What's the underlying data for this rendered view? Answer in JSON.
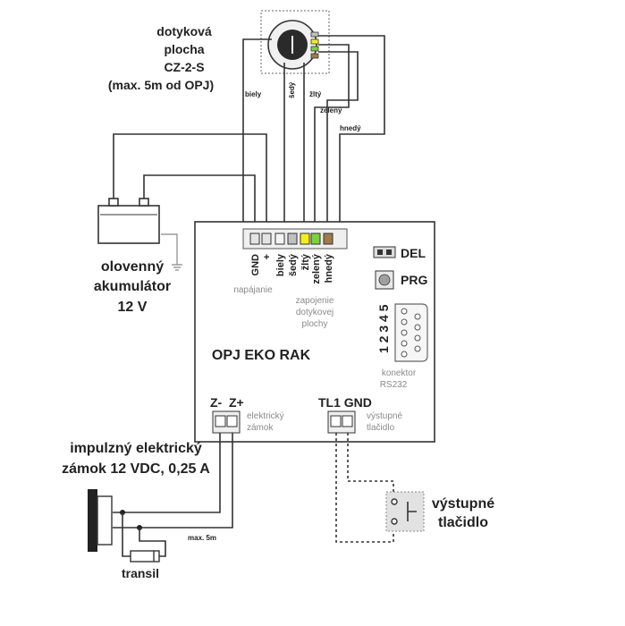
{
  "touch_plate": {
    "line1": "dotyková",
    "line2": "plocha",
    "line3": "CZ-2-S",
    "line4": "(max. 5m od OPJ)"
  },
  "wire_colors": {
    "biely": "biely",
    "sedy": "šedý",
    "zlty": "žltý",
    "zeleny": "zelený",
    "hnedy": "hnedý"
  },
  "battery": {
    "line1": "olovenný",
    "line2": "akumulátor",
    "line3": "12 V"
  },
  "controller": {
    "title": "OPJ EKO RAK",
    "terminals": [
      "GND",
      "+",
      "biely",
      "šedý",
      "žltý",
      "zelený",
      "hnedý"
    ],
    "terminal_colors": [
      "#e4e4e4",
      "#e4e4e4",
      "#f4f4f4",
      "#bfbfbf",
      "#f4ef1a",
      "#7fd13b",
      "#a07a4a"
    ],
    "power_label": "napájanie",
    "touch_conn_line1": "zapojenie",
    "touch_conn_line2": "dotykovej",
    "touch_conn_line3": "plochy",
    "del_label": "DEL",
    "prg_label": "PRG",
    "rs232_pins": "1 2 3 4 5",
    "rs232_line1": "konektor",
    "rs232_line2": "RS232",
    "lock_terminals": "Z-  Z+",
    "lock_line1": "elektrický",
    "lock_line2": "zámok",
    "exit_terminals": "TL1 GND",
    "exit_line1": "výstupné",
    "exit_line2": "tlačidlo"
  },
  "lock": {
    "line1": "impulzný elektrický",
    "line2": "zámok 12 VDC, 0,25 A",
    "max_distance": "max. 5m",
    "transil": "transil"
  },
  "exit_button": {
    "line1": "výstupné",
    "line2": "tlačidlo"
  }
}
